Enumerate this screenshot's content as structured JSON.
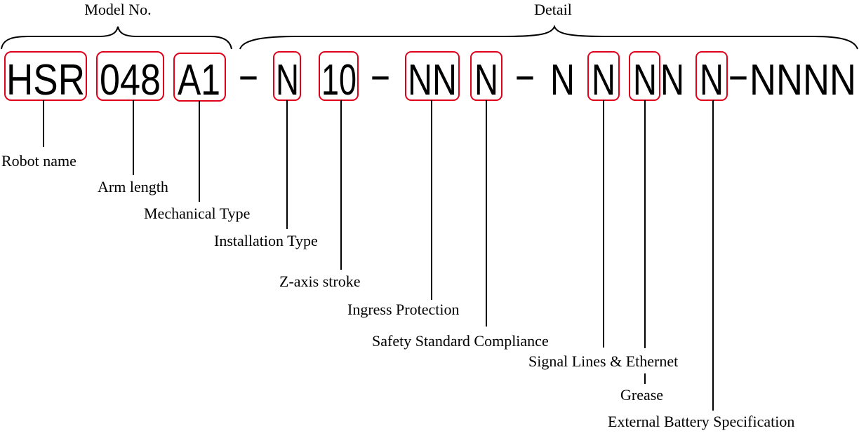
{
  "groups": {
    "model_no": "Model No.",
    "detail": "Detail"
  },
  "code_parts": {
    "robot_name": "HSR",
    "arm_length": "048",
    "mechanical_type": "A1",
    "dash1": "−",
    "installation_type": "N",
    "z_stroke": "10",
    "dash2": "−",
    "ingress": "NN",
    "safety": "N",
    "dash3": "−",
    "plain_n": "N",
    "signal": "N",
    "grease": "N",
    "plain_n2": "N",
    "battery": "N",
    "dash4": "−",
    "tail": "NNNN"
  },
  "labels": {
    "robot_name": "Robot name",
    "arm_length": "Arm length",
    "mechanical_type": "Mechanical Type",
    "installation_type": "Installation Type",
    "z_stroke": "Z-axis stroke",
    "ingress": "Ingress Protection",
    "safety": "Safety Standard Compliance",
    "signal": "Signal Lines & Ethernet",
    "grease": "Grease",
    "battery": "External Battery Specification"
  },
  "colors": {
    "highlight": "#e0001b"
  }
}
